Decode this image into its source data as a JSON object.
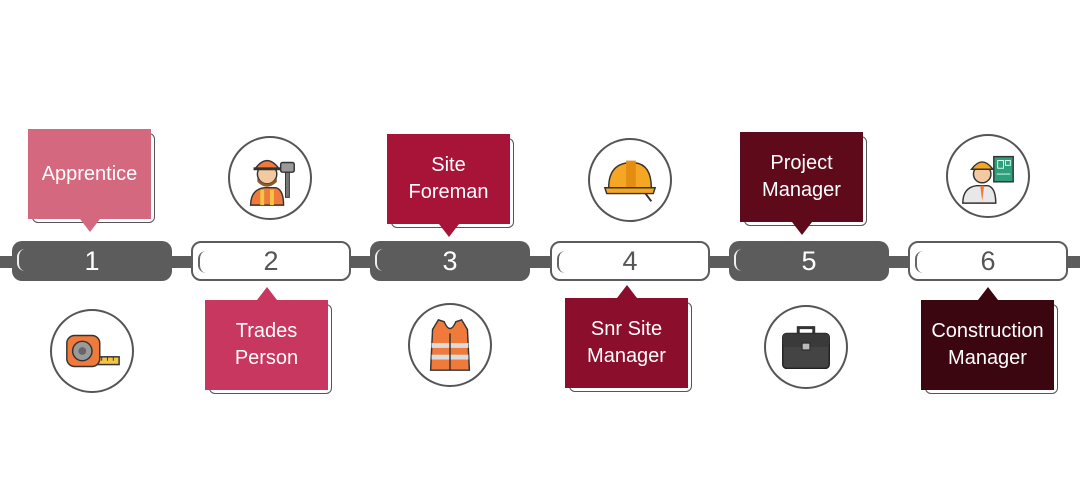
{
  "steps": [
    {
      "number": "1",
      "title": "Apprentice",
      "icon": "tape-measure-icon",
      "color": "#d4687f"
    },
    {
      "number": "2",
      "title": "Trades Person",
      "line1": "Trades",
      "line2": "Person",
      "icon": "worker-with-hammer-icon",
      "color": "#c8375f"
    },
    {
      "number": "3",
      "title": "Site Foreman",
      "line1": "Site",
      "line2": "Foreman",
      "icon": "safety-vest-icon",
      "color": "#a81338"
    },
    {
      "number": "4",
      "title": "Snr Site Manager",
      "line1": "Snr Site",
      "line2": "Manager",
      "icon": "hard-hat-icon",
      "color": "#8b0e2c"
    },
    {
      "number": "5",
      "title": "Project Manager",
      "line1": "Project",
      "line2": "Manager",
      "icon": "briefcase-icon",
      "color": "#5e0a1b"
    },
    {
      "number": "6",
      "title": "Construction Manager",
      "line1": "Construction",
      "line2": "Manager",
      "icon": "engineer-with-blueprint-icon",
      "color": "#3c0611"
    }
  ],
  "colors": {
    "timeline": "#5c5c5c",
    "outline": "#555555"
  }
}
